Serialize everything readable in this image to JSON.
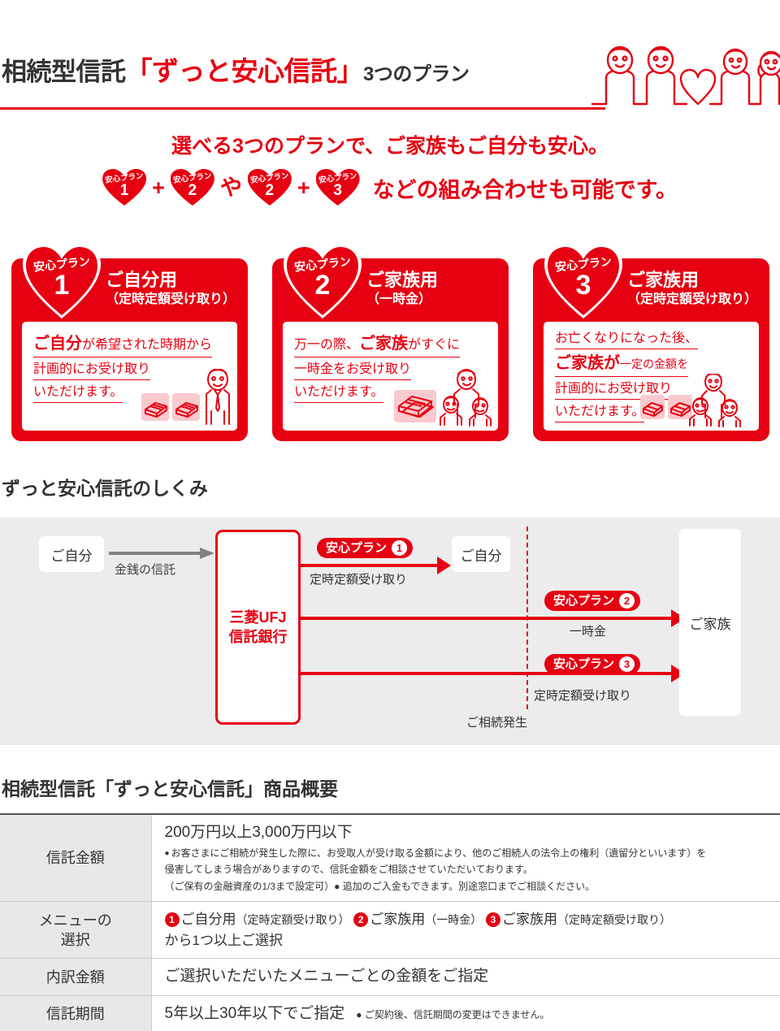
{
  "header": {
    "title_prefix": "相続型信託",
    "title_quoted": "「ずっと安心信託」",
    "title_suffix": "3つのプラン",
    "art_icon": "family-line-art-with-heart",
    "accent_color": "#e60012"
  },
  "subtitle": {
    "main": "選べる3つのプランで、ご家族もご自分も安心。",
    "combo_badges": [
      {
        "label": "安心プラン",
        "number": "1"
      },
      {
        "label": "安心プラン",
        "number": "2"
      },
      {
        "label": "安心プラン",
        "number": "2"
      },
      {
        "label": "安心プラン",
        "number": "3"
      }
    ],
    "operator_plus": "+",
    "operator_or": "や",
    "tail": "などの組み合わせも可能です。"
  },
  "plans": [
    {
      "badge_label": "安心プラン",
      "badge_number": "1",
      "title": "ご自分用",
      "subtitle": "（定時定額受け取り）",
      "lines": [
        {
          "parts": [
            {
              "t": "ご自分",
              "s": "big"
            },
            {
              "t": "が希望された時期から",
              "s": "norm"
            }
          ]
        },
        {
          "parts": [
            {
              "t": "計画的にお受け取り",
              "s": "norm"
            }
          ]
        },
        {
          "parts": [
            {
              "t": "いただけます。",
              "s": "norm"
            }
          ]
        }
      ],
      "art_icon": "money-bundles-and-person"
    },
    {
      "badge_label": "安心プラン",
      "badge_number": "2",
      "title": "ご家族用",
      "subtitle": "（一時金）",
      "lines": [
        {
          "parts": [
            {
              "t": "万一の際、",
              "s": "norm"
            },
            {
              "t": "ご家族",
              "s": "big"
            },
            {
              "t": "がすぐに",
              "s": "norm"
            }
          ]
        },
        {
          "parts": [
            {
              "t": "一時金をお受け取り",
              "s": "norm"
            }
          ]
        },
        {
          "parts": [
            {
              "t": "いただけます。",
              "s": "norm"
            }
          ]
        }
      ],
      "art_icon": "money-stack-and-family"
    },
    {
      "badge_label": "安心プラン",
      "badge_number": "3",
      "title": "ご家族用",
      "subtitle": "（定時定額受け取り）",
      "lines": [
        {
          "parts": [
            {
              "t": "お亡くなりになった後、",
              "s": "norm"
            }
          ]
        },
        {
          "parts": [
            {
              "t": "ご家族が",
              "s": "big"
            },
            {
              "t": "一定の金額を",
              "s": "sm"
            }
          ]
        },
        {
          "parts": [
            {
              "t": "計画的にお受け取り",
              "s": "norm"
            }
          ]
        },
        {
          "parts": [
            {
              "t": "いただけます。",
              "s": "norm"
            }
          ]
        }
      ],
      "art_icon": "money-bundles-and-family"
    }
  ],
  "mechanism": {
    "title": "ずっと安心信託のしくみ",
    "self_box_left": "ご自分",
    "self_box_right": "ご自分",
    "family_box": "ご家族",
    "bank_line1": "三菱UFJ",
    "bank_line2": "信託銀行",
    "entrust_label": "金銭の信託",
    "flows": [
      {
        "pill_label": "安心プラン",
        "pill_number": "①",
        "caption": "定時定額受け取り"
      },
      {
        "pill_label": "安心プラン",
        "pill_number": "②",
        "caption": "一時金"
      },
      {
        "pill_label": "安心プラン",
        "pill_number": "③",
        "caption": "定時定額受け取り"
      }
    ],
    "divider_label": "ご相続発生"
  },
  "summary": {
    "title_prefix": "相続型信託",
    "title_quoted": "「ずっと安心信託」",
    "title_suffix": "商品概要",
    "rows": [
      {
        "header": "信託金額",
        "value": "200万円以上3,000万円以下",
        "notes": [
          "お客さまにご相続が発生した際に、お受取人が受け取る金額により、他のご相続人の法令上の権利（遺留分といいます）を",
          "侵害してしまう場合がありますので、信託金額をご相談させていただいております。",
          "（ご保有の金融資産の1/3まで設定可）● 追加のご入金もできます。別途窓口までご相談ください。"
        ]
      },
      {
        "header": "メニューの\n選択",
        "menu_items": [
          {
            "num": "1",
            "name": "ご自分用",
            "paren": "（定時定額受け取り）"
          },
          {
            "num": "2",
            "name": "ご家族用",
            "paren": "（一時金）"
          },
          {
            "num": "3",
            "name": "ご家族用",
            "paren": "（定時定額受け取り）"
          }
        ],
        "value2": "から1つ以上ご選択"
      },
      {
        "header": "内訳金額",
        "value": "ご選択いただいたメニューごとの金額をご指定"
      },
      {
        "header": "信託期間",
        "value": "5年以上30年以下でご指定",
        "inline_note": "● ご契約後、信託期間の変更はできません。"
      }
    ]
  }
}
